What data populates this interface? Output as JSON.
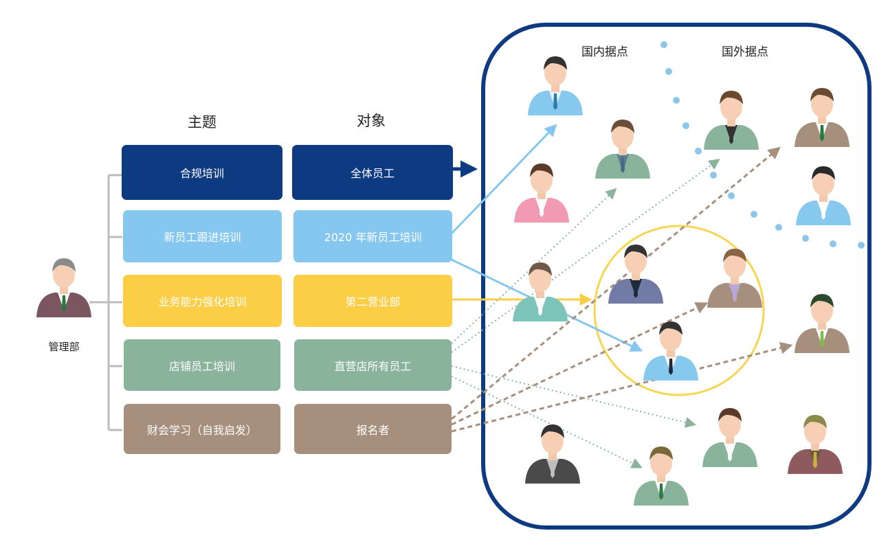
{
  "headers": {
    "theme": "主题",
    "target": "对象"
  },
  "manager": {
    "label": "管理部"
  },
  "rows": [
    {
      "theme": "合规培训",
      "target": "全体员工",
      "color": "#0d3a80"
    },
    {
      "theme": "新员工跟进培训",
      "target": "2020 年新员工培训",
      "color": "#85c7ef"
    },
    {
      "theme": "业务能力强化培训",
      "target": "第二营业部",
      "color": "#fcce45"
    },
    {
      "theme": "店铺员工培训",
      "target": "直营店所有员工",
      "color": "#89b49b"
    },
    {
      "theme": "财会学习（自我启发）",
      "target": "报名者",
      "color": "#a68f7d"
    }
  ],
  "regions": {
    "domestic": "国内据点",
    "overseas": "国外据点"
  },
  "colors": {
    "frame": "#0d3a80",
    "circle": "#f7d552",
    "dots": "#8ec6ea"
  }
}
